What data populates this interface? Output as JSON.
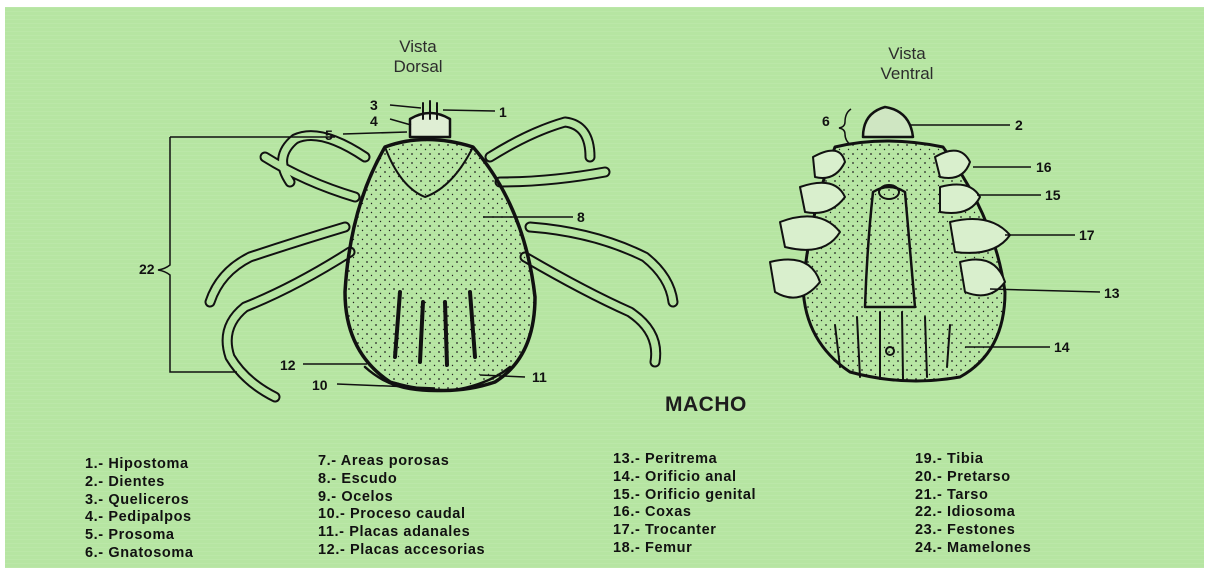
{
  "views": {
    "dorsal": {
      "line1": "Vista",
      "line2": "Dorsal"
    },
    "ventral": {
      "line1": "Vista",
      "line2": "Ventral"
    }
  },
  "sex_label": "MACHO",
  "callouts": {
    "d1": "1",
    "d3": "3",
    "d4": "4",
    "d5": "5",
    "d8": "8",
    "d10": "10",
    "d11": "11",
    "d12": "12",
    "d22": "22",
    "v2": "2",
    "v6": "6",
    "v13": "13",
    "v14": "14",
    "v15": "15",
    "v16": "16",
    "v17": "17"
  },
  "legend": [
    [
      "1.- Hipostoma",
      "2.- Dientes",
      "3.- Queliceros",
      "4.- Pedipalpos",
      "5.- Prosoma",
      "6.- Gnatosoma"
    ],
    [
      "7.- Areas porosas",
      "8.- Escudo",
      "9.- Ocelos",
      "10.- Proceso caudal",
      "11.- Placas adanales",
      "12.- Placas accesorias"
    ],
    [
      "13.- Peritrema",
      "14.- Orificio anal",
      "15.- Orificio genital",
      "16.- Coxas",
      "17.- Trocanter",
      "18.- Femur"
    ],
    [
      "19.- Tibia",
      "20.- Pretarso",
      "21.- Tarso",
      "22.- Idiosoma",
      "23.- Festones",
      "24.- Mamelones"
    ]
  ]
}
